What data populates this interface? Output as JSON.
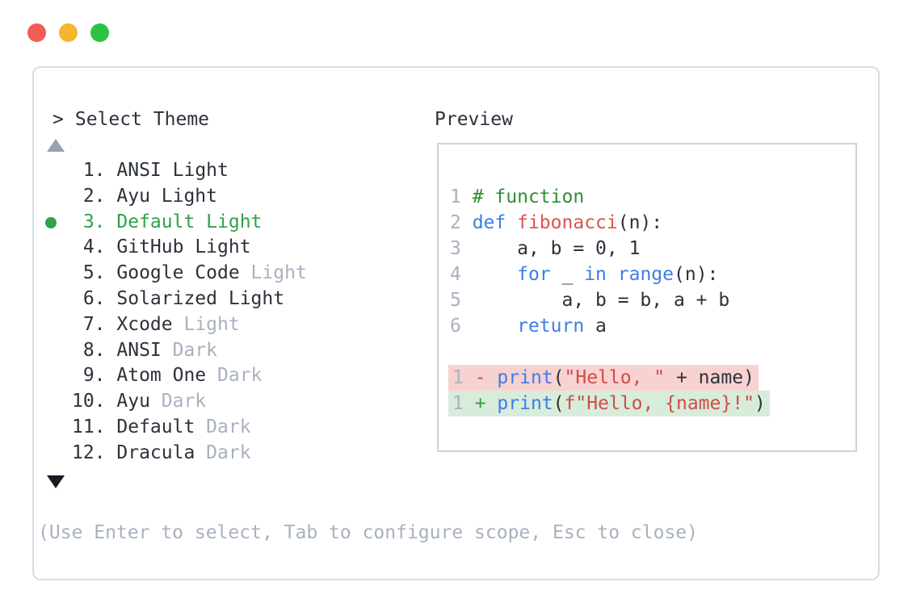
{
  "window": {
    "traffic_lights": [
      {
        "name": "close-button",
        "color": "#f25c54"
      },
      {
        "name": "minimize-button",
        "color": "#f5b62e"
      },
      {
        "name": "zoom-button",
        "color": "#2ec244"
      }
    ]
  },
  "selector": {
    "prompt_symbol": ">",
    "title": "Select Theme",
    "scroll_up_icon": "triangle-up",
    "scroll_down_icon": "triangle-down",
    "help_text": "(Use Enter to select, Tab to configure scope, Esc to close)",
    "items": [
      {
        "number": "1.",
        "name": "ANSI",
        "variant": "Light",
        "variant_muted": false,
        "selected": false
      },
      {
        "number": "2.",
        "name": "Ayu",
        "variant": "Light",
        "variant_muted": false,
        "selected": false
      },
      {
        "number": "3.",
        "name": "Default",
        "variant": "Light",
        "variant_muted": false,
        "selected": true
      },
      {
        "number": "4.",
        "name": "GitHub",
        "variant": "Light",
        "variant_muted": false,
        "selected": false
      },
      {
        "number": "5.",
        "name": "Google Code",
        "variant": "Light",
        "variant_muted": true,
        "selected": false
      },
      {
        "number": "6.",
        "name": "Solarized",
        "variant": "Light",
        "variant_muted": false,
        "selected": false
      },
      {
        "number": "7.",
        "name": "Xcode",
        "variant": "Light",
        "variant_muted": true,
        "selected": false
      },
      {
        "number": "8.",
        "name": "ANSI",
        "variant": "Dark",
        "variant_muted": true,
        "selected": false
      },
      {
        "number": "9.",
        "name": "Atom One",
        "variant": "Dark",
        "variant_muted": true,
        "selected": false
      },
      {
        "number": "10.",
        "name": "Ayu",
        "variant": "Dark",
        "variant_muted": true,
        "selected": false
      },
      {
        "number": "11.",
        "name": "Default",
        "variant": "Dark",
        "variant_muted": true,
        "selected": false
      },
      {
        "number": "12.",
        "name": "Dracula",
        "variant": "Dark",
        "variant_muted": true,
        "selected": false
      }
    ]
  },
  "preview": {
    "title": "Preview",
    "code_lines": [
      {
        "number": "1",
        "segments": [
          {
            "text": "# function",
            "style": "comment"
          }
        ]
      },
      {
        "number": "2",
        "segments": [
          {
            "text": "def",
            "style": "keyword"
          },
          {
            "text": " ",
            "style": "plain"
          },
          {
            "text": "fibonacci",
            "style": "function"
          },
          {
            "text": "(n):",
            "style": "plain"
          }
        ]
      },
      {
        "number": "3",
        "segments": [
          {
            "text": "    a, b = 0, 1",
            "style": "plain"
          }
        ]
      },
      {
        "number": "4",
        "segments": [
          {
            "text": "    ",
            "style": "plain"
          },
          {
            "text": "for",
            "style": "keyword"
          },
          {
            "text": " _ ",
            "style": "plain"
          },
          {
            "text": "in",
            "style": "keyword"
          },
          {
            "text": " ",
            "style": "plain"
          },
          {
            "text": "range",
            "style": "keyword"
          },
          {
            "text": "(n):",
            "style": "plain"
          }
        ]
      },
      {
        "number": "5",
        "segments": [
          {
            "text": "        a, b = b, a + b",
            "style": "plain"
          }
        ]
      },
      {
        "number": "6",
        "segments": [
          {
            "text": "    ",
            "style": "plain"
          },
          {
            "text": "return",
            "style": "keyword"
          },
          {
            "text": " a",
            "style": "plain"
          }
        ]
      }
    ],
    "diff_lines": [
      {
        "number": "1",
        "sign": "-",
        "type": "removed",
        "segments": [
          {
            "text": "print",
            "style": "keyword"
          },
          {
            "text": "(",
            "style": "plain"
          },
          {
            "text": "\"Hello, \"",
            "style": "string"
          },
          {
            "text": " + name)",
            "style": "plain"
          }
        ]
      },
      {
        "number": "1",
        "sign": "+",
        "type": "added",
        "segments": [
          {
            "text": "print",
            "style": "keyword"
          },
          {
            "text": "(",
            "style": "plain"
          },
          {
            "text": "f\"Hello, {name}!\"",
            "style": "string"
          },
          {
            "text": ")",
            "style": "plain"
          }
        ]
      }
    ]
  },
  "colors": {
    "text": "#2c313a",
    "muted_text": "#a8b1c0",
    "selection_green": "#2fa14a",
    "comment_green": "#2f8f33",
    "keyword_blue": "#3e7de8",
    "function_red": "#dd544c",
    "string_red": "#d14c46",
    "diff_removed_bg": "#f8d2d0",
    "diff_added_bg": "#d7ecda",
    "panel_border": "#d9dde4",
    "preview_border": "#ced3db",
    "scroll_up_gray": "#98a2b3",
    "scroll_down_dark": "#171b22"
  }
}
